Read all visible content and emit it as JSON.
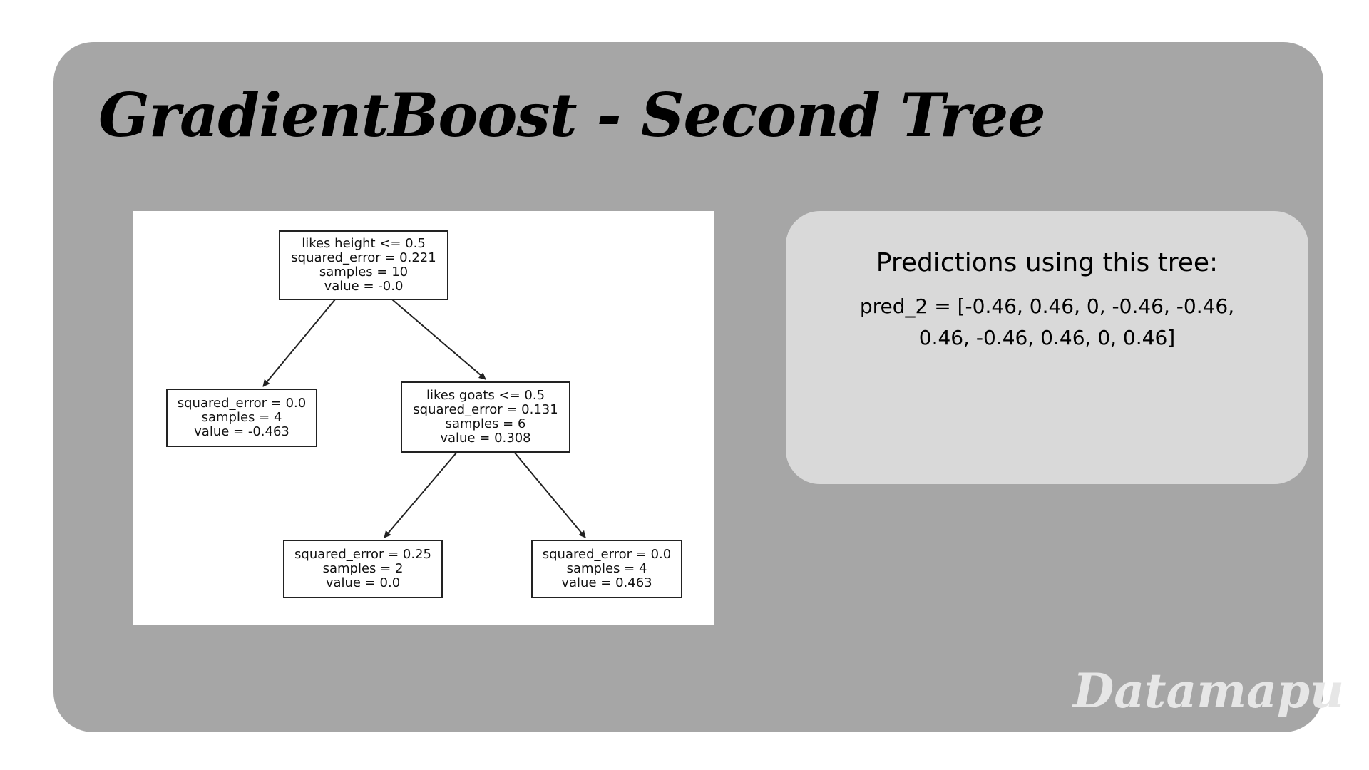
{
  "slide": {
    "title": "GradientBoost - Second Tree",
    "watermark": "Datamapu"
  },
  "predictions": {
    "heading": "Predictions using this tree:",
    "line1": "pred_2 = [-0.46, 0.46, 0, -0.46, -0.46,",
    "line2": "0.46, -0.46, 0.46, 0, 0.46]"
  },
  "tree": {
    "nodes": [
      {
        "id": "root",
        "lines": [
          "likes height <= 0.5",
          "squared_error = 0.221",
          "samples = 10",
          "value = -0.0"
        ]
      },
      {
        "id": "left-leaf",
        "lines": [
          "squared_error = 0.0",
          "samples = 4",
          "value = -0.463"
        ]
      },
      {
        "id": "right-split",
        "lines": [
          "likes goats <= 0.5",
          "squared_error = 0.131",
          "samples = 6",
          "value = 0.308"
        ]
      },
      {
        "id": "right-left-leaf",
        "lines": [
          "squared_error = 0.25",
          "samples = 2",
          "value = 0.0"
        ]
      },
      {
        "id": "right-right-leaf",
        "lines": [
          "squared_error = 0.0",
          "samples = 4",
          "value = 0.463"
        ]
      }
    ],
    "edges": [
      {
        "from": "root",
        "to": "left-leaf"
      },
      {
        "from": "root",
        "to": "right-split"
      },
      {
        "from": "right-split",
        "to": "right-left-leaf"
      },
      {
        "from": "right-split",
        "to": "right-right-leaf"
      }
    ]
  },
  "colors": {
    "slide_background": "#a6a6a6",
    "prediction_panel": "#d9d9d9",
    "watermark": "#e6e6e6"
  }
}
